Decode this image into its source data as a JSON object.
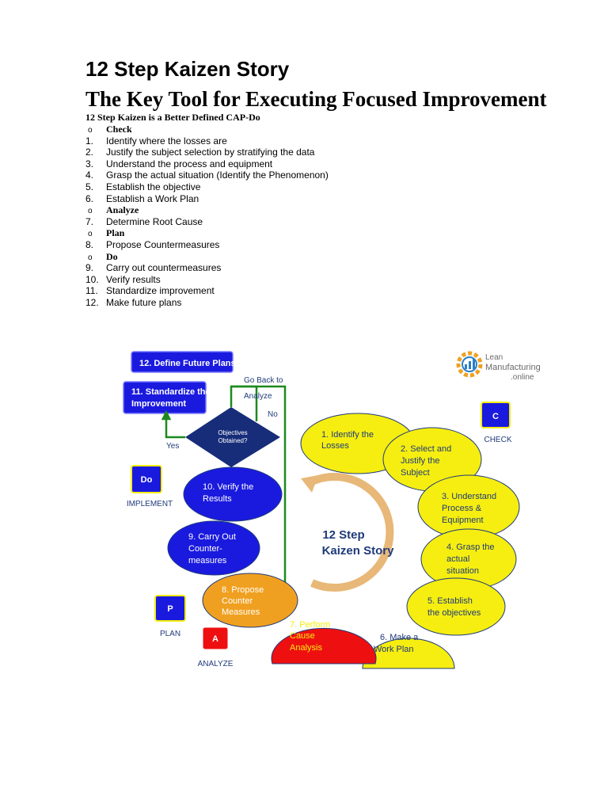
{
  "page": {
    "title": "12 Step Kaizen Story",
    "subtitle": "The Key Tool for Executing Focused Improvement",
    "intro": "12 Step Kaizen is a Better Defined CAP-Do"
  },
  "list": [
    {
      "kind": "bullet",
      "marker": "o",
      "text": "Check"
    },
    {
      "kind": "num",
      "marker": "1.",
      "text": "Identify where the losses are"
    },
    {
      "kind": "num",
      "marker": "2.",
      "text": "Justify the subject selection by stratifying the data"
    },
    {
      "kind": "num",
      "marker": "3.",
      "text": "Understand the process and equipment"
    },
    {
      "kind": "num",
      "marker": "4.",
      "text": "Grasp the actual situation (Identify the Phenomenon)"
    },
    {
      "kind": "num",
      "marker": "5.",
      "text": "Establish the objective"
    },
    {
      "kind": "num",
      "marker": "6.",
      "text": "Establish a Work Plan"
    },
    {
      "kind": "bullet",
      "marker": "o",
      "text": "Analyze"
    },
    {
      "kind": "num",
      "marker": "7.",
      "text": "Determine Root Cause"
    },
    {
      "kind": "bullet",
      "marker": "o",
      "text": "Plan"
    },
    {
      "kind": "num",
      "marker": "8.",
      "text": "Propose Countermeasures"
    },
    {
      "kind": "bullet",
      "marker": "o",
      "text": "Do"
    },
    {
      "kind": "num",
      "marker": "9.",
      "text": "Carry out countermeasures"
    },
    {
      "kind": "num",
      "marker": "10.",
      "text": "Verify results"
    },
    {
      "kind": "num",
      "marker": "11.",
      "text": "Standardize improvement"
    },
    {
      "kind": "num",
      "marker": "12.",
      "text": "Make future plans"
    }
  ],
  "diagram": {
    "center_line1": "12 Step",
    "center_line2": "Kaizen Story",
    "logo_line1": "Lean",
    "logo_line2": "Manufacturing",
    "logo_line3": ".online",
    "boxes": {
      "define_future": "12. Define Future Plans",
      "standardize_1": "11. Standardize the",
      "standardize_2": "Improvement"
    },
    "decision": {
      "line1": "Objectives",
      "line2": "Obtained?"
    },
    "go_back_1": "Go Back to",
    "go_back_2": "Analyze",
    "no_label": "No",
    "yes_label": "Yes",
    "phases": {
      "c_letter": "C",
      "c_label": "CHECK",
      "do_letter": "Do",
      "do_label": "IMPLEMENT",
      "p_letter": "P",
      "p_label": "PLAN",
      "a_letter": "A",
      "a_label": "ANALYZE"
    },
    "steps": {
      "s1": [
        "1. Identify the",
        "Losses"
      ],
      "s2": [
        "2. Select and",
        "Justify the",
        "Subject"
      ],
      "s3": [
        "3. Understand",
        "Process &",
        "Equipment"
      ],
      "s4": [
        "4. Grasp the",
        "actual",
        "situation"
      ],
      "s5": [
        "5. Establish",
        "the objectives"
      ],
      "s6": [
        "6. Make a",
        "Work Plan"
      ],
      "s7": [
        "7. Perform",
        "Cause",
        "Analysis"
      ],
      "s8": [
        "8. Propose",
        "Counter",
        "Measures"
      ],
      "s9": [
        "9. Carry Out",
        "Counter-",
        "measures"
      ],
      "s10": [
        "10. Verify the",
        "Results"
      ]
    },
    "colors": {
      "yellow": "#f5ee10",
      "blue": "#1a1adf",
      "navy": "#172d7a",
      "orange": "#f0a020",
      "red": "#ee1010",
      "green": "#1c8a1c",
      "arrow_ring": "#e8b878"
    }
  }
}
